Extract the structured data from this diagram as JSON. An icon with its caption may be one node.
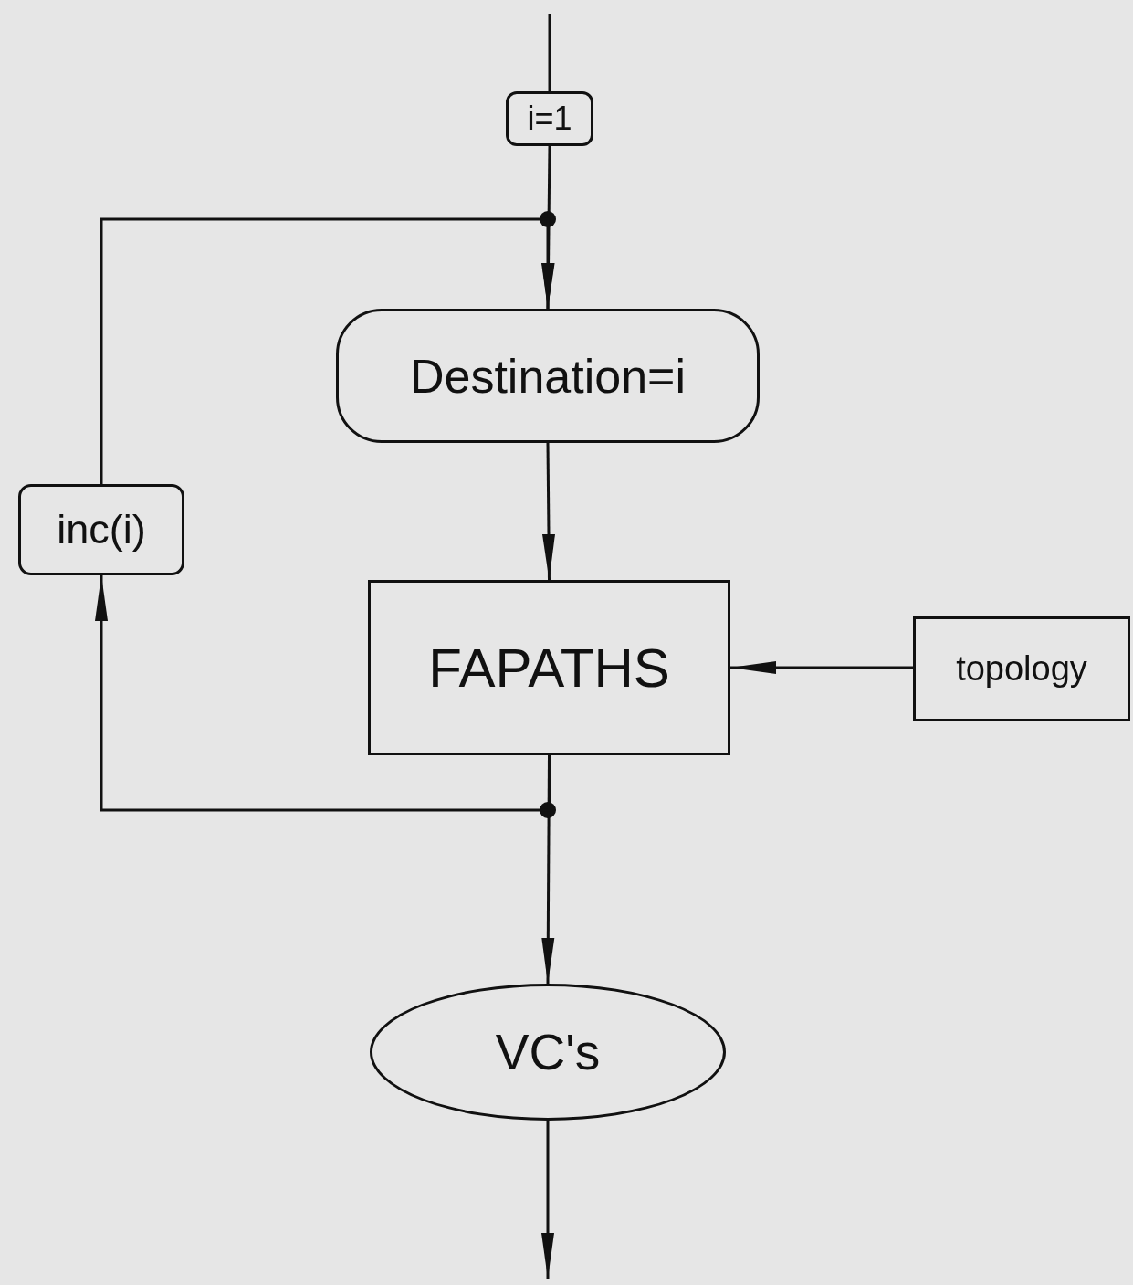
{
  "diagram": {
    "nodes": [
      {
        "text": [
          "i=1"
        ]
      },
      {
        "text": [
          "Destination=i"
        ]
      },
      {
        "text": [
          "FAPATHS"
        ]
      },
      {
        "text": [
          "topology"
        ]
      },
      {
        "text": [
          "inc(i)"
        ]
      },
      {
        "text": [
          "VC's"
        ]
      }
    ],
    "edges": [
      {
        "from": null,
        "to": 0,
        "arrow": "none"
      },
      {
        "from": 0,
        "to": 1,
        "arrow": "to"
      },
      {
        "from": 4,
        "to": 1,
        "arrow": "to"
      },
      {
        "from": 1,
        "to": 2,
        "arrow": "to"
      },
      {
        "from": 3,
        "to": 2,
        "arrow": "to"
      },
      {
        "from": 2,
        "to": 5,
        "arrow": "to"
      },
      {
        "from": 2,
        "to": 4,
        "arrow": "to"
      },
      {
        "from": 5,
        "to": null,
        "arrow": "to"
      }
    ]
  }
}
